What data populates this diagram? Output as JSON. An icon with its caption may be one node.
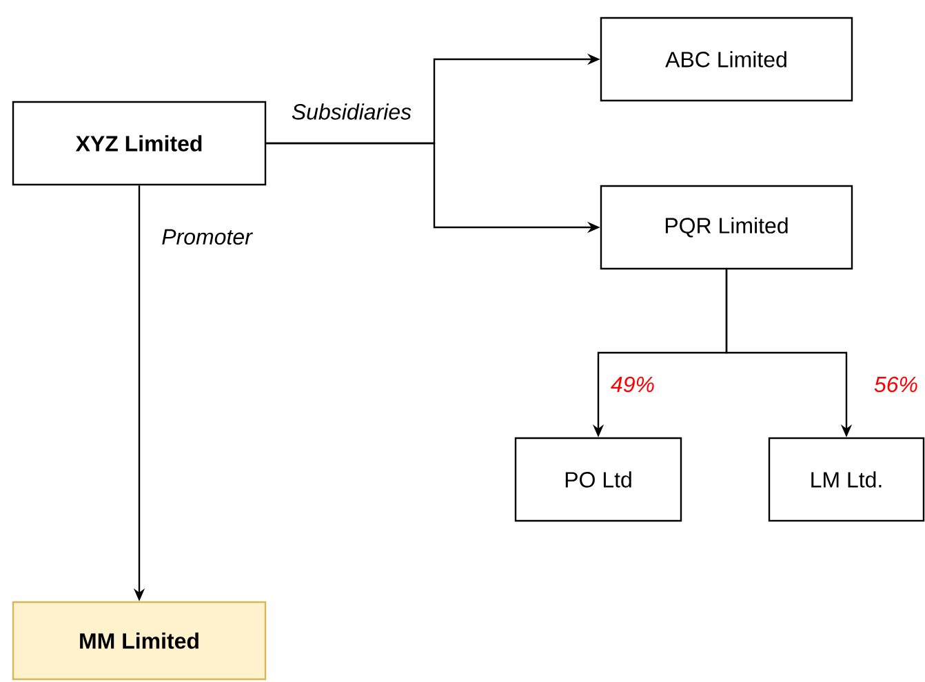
{
  "diagram": {
    "nodes": [
      {
        "text": [
          "XYZ Limited"
        ]
      },
      {
        "text": [
          "ABC Limited"
        ]
      },
      {
        "text": [
          "PQR Limited"
        ]
      },
      {
        "text": [
          "PO Ltd"
        ]
      },
      {
        "text": [
          "LM Ltd."
        ]
      },
      {
        "text": [
          "MM Limited"
        ]
      }
    ],
    "edges": [
      {
        "from": 0,
        "to": 1,
        "arrow": "to",
        "label": "Subsidiaries"
      },
      {
        "from": 0,
        "to": 2,
        "arrow": "to"
      },
      {
        "from": 2,
        "to": 3,
        "arrow": "to",
        "label": "49%"
      },
      {
        "from": 2,
        "to": 4,
        "arrow": "to",
        "label": "56%"
      },
      {
        "from": 0,
        "to": 5,
        "arrow": "to",
        "label": "Promoter"
      }
    ]
  }
}
